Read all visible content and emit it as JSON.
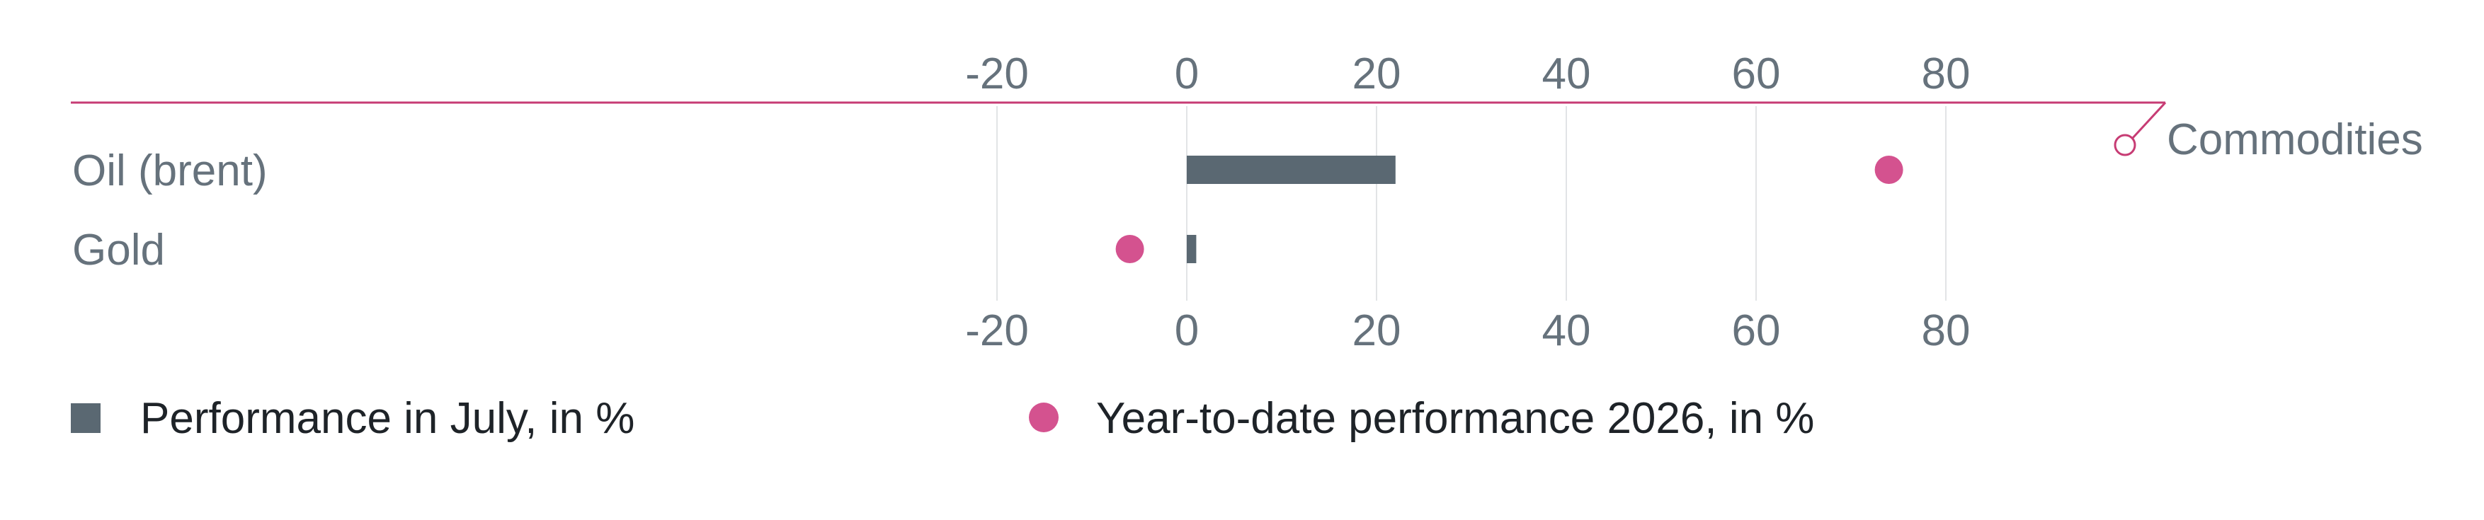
{
  "chart_data": {
    "type": "bar",
    "title": "",
    "xlabel": "",
    "ylabel": "",
    "xlim": [
      -20,
      100
    ],
    "x_ticks": [
      "-20",
      "0",
      "20",
      "40",
      "60",
      "80"
    ],
    "categories": [
      "Oil (brent)",
      "Gold"
    ],
    "section_label": "Commodities",
    "series": [
      {
        "name": "Performance in July, in %",
        "kind": "bar",
        "color": "#5a6872",
        "values": [
          22,
          1
        ]
      },
      {
        "name": "Year-to-date performance 2026, in %",
        "kind": "dot",
        "color": "#d4528f",
        "values": [
          74,
          -6
        ]
      }
    ],
    "grid": true,
    "legend": "bottom",
    "accent_color": "#c73c74"
  }
}
